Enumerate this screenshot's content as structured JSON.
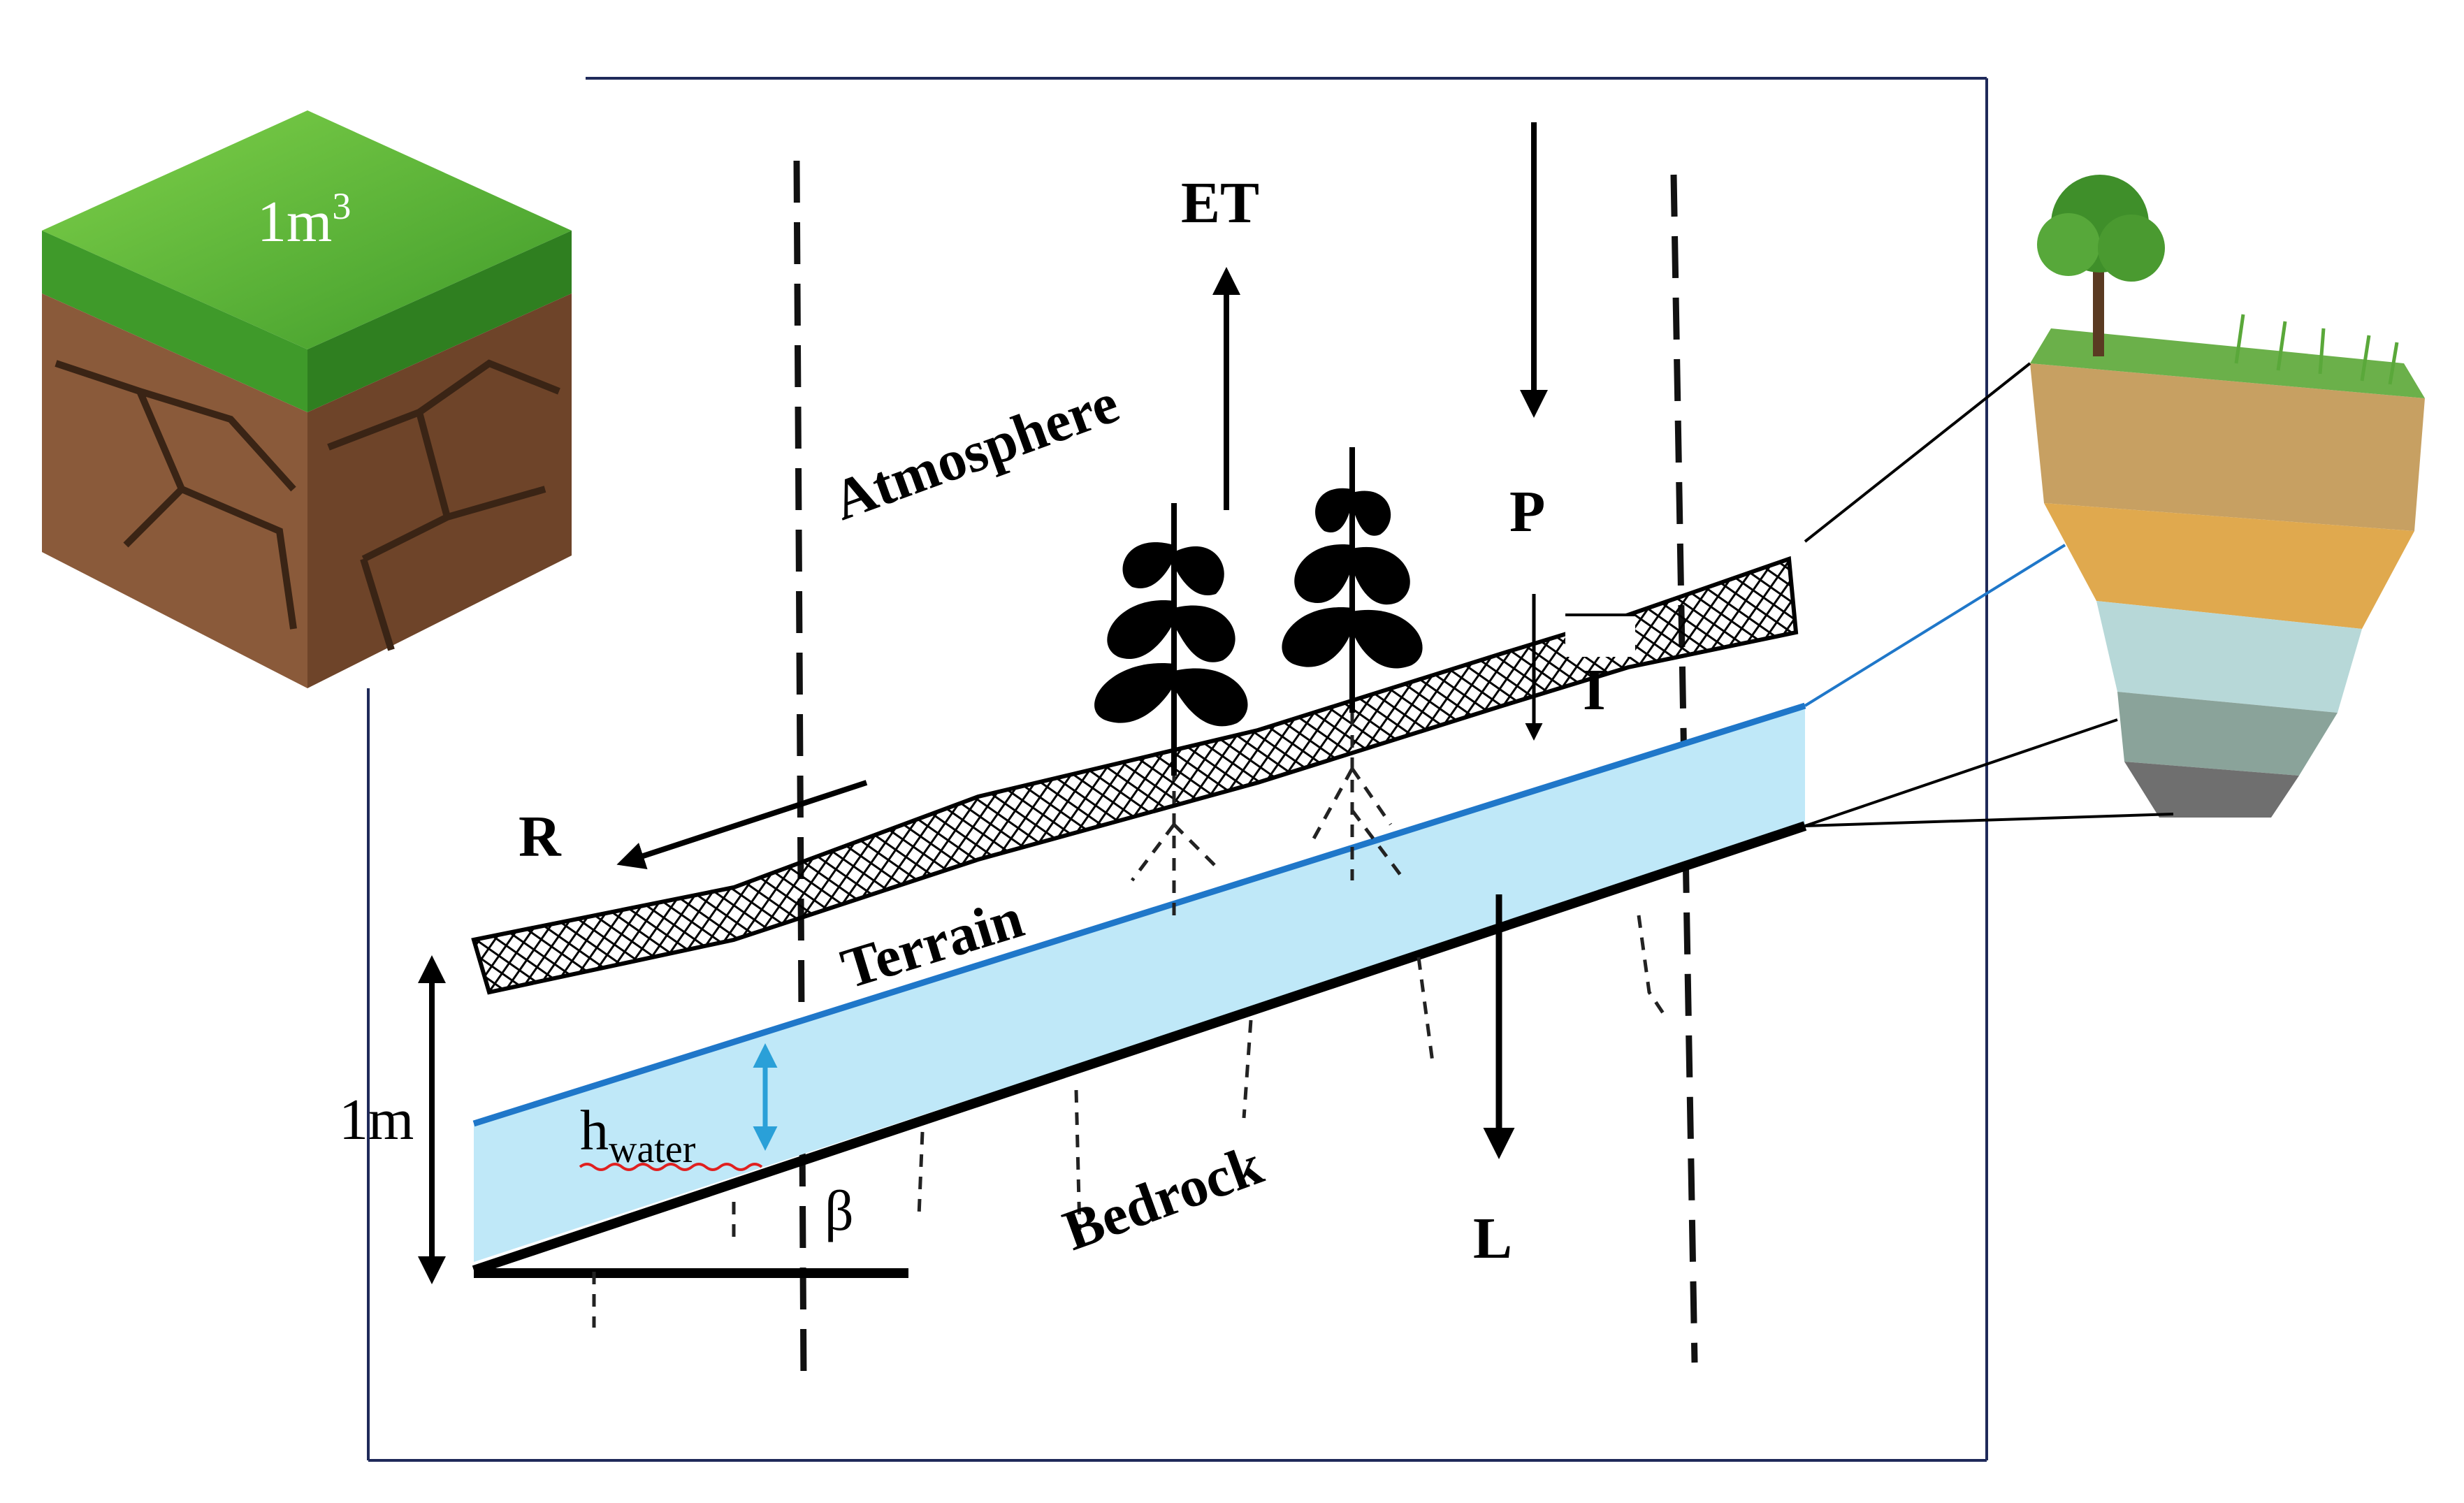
{
  "labels": {
    "et": "ET",
    "atmosphere": "Atmosphere",
    "p": "P",
    "i": "I",
    "r": "R",
    "terrain": "Terrain",
    "bedrock": "Bedrock",
    "l": "L",
    "beta": "β",
    "one_m": "1m",
    "h_water_main": "h",
    "h_water_sub": "water",
    "cube_volume_main": "1m",
    "cube_volume_sup": "3"
  },
  "colors": {
    "water_fill": "#bfe8f8",
    "water_table_line": "#1f77c9",
    "h_water_arrow": "#2aa0d8",
    "frame": "#1f2a5a",
    "grass": "#5fbf3a",
    "soil": "#8a5a3a"
  }
}
